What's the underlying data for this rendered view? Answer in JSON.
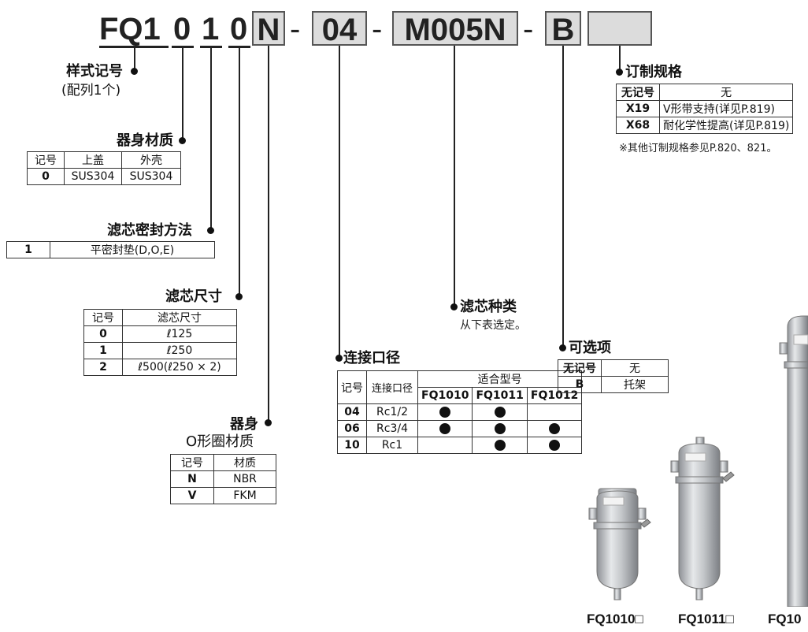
{
  "code": {
    "prefix": "FQ1",
    "digit1": "0",
    "digit2": "1",
    "digit3": "0",
    "seal": "N",
    "dash": "-",
    "port": "04",
    "element": "M005N",
    "option": "B",
    "special": ""
  },
  "style": {
    "title_line1": "样式记号",
    "title_line2": "(配列1个)"
  },
  "body_material": {
    "title": "器身材质",
    "headers": [
      "记号",
      "上盖",
      "外壳"
    ],
    "rows": [
      [
        "0",
        "SUS304",
        "SUS304"
      ]
    ]
  },
  "seal_method": {
    "title": "滤芯密封方法",
    "rows": [
      [
        "1",
        "平密封垫(D,O,E)"
      ]
    ]
  },
  "element_size": {
    "title": "滤芯尺寸",
    "headers": [
      "记号",
      "滤芯尺寸"
    ],
    "rows": [
      [
        "0",
        "ℓ125"
      ],
      [
        "1",
        "ℓ250"
      ],
      [
        "2",
        "ℓ500(ℓ250 × 2)"
      ]
    ]
  },
  "oring": {
    "title_line1": "器身",
    "title_line2": "O形圈材质",
    "headers": [
      "记号",
      "材质"
    ],
    "rows": [
      [
        "N",
        "NBR"
      ],
      [
        "V",
        "FKM"
      ]
    ]
  },
  "port_size": {
    "title": "连接口径",
    "headers": [
      "记号",
      "连接口径",
      "适合型号"
    ],
    "models": [
      "FQ1010",
      "FQ1011",
      "FQ1012"
    ],
    "rows": [
      {
        "code": "04",
        "size": "Rc1/2",
        "fit": [
          true,
          true,
          false
        ]
      },
      {
        "code": "06",
        "size": "Rc3/4",
        "fit": [
          true,
          true,
          true
        ]
      },
      {
        "code": "10",
        "size": "Rc1",
        "fit": [
          false,
          true,
          true
        ]
      }
    ]
  },
  "element_type": {
    "title": "滤芯种类",
    "note": "从下表选定。"
  },
  "options": {
    "title": "可选项",
    "rows": [
      [
        "无记号",
        "无"
      ],
      [
        "B",
        "托架"
      ]
    ]
  },
  "custom": {
    "title": "订制规格",
    "rows": [
      [
        "无记号",
        "无"
      ],
      [
        "X19",
        "V形带支持(详见P.819)"
      ],
      [
        "X68",
        "耐化学性提高(详见P.819)"
      ]
    ],
    "note": "※其他订制规格参见P.820、821。"
  },
  "products": {
    "captions": [
      "FQ1010□",
      "FQ1011□",
      "FQ10"
    ]
  }
}
